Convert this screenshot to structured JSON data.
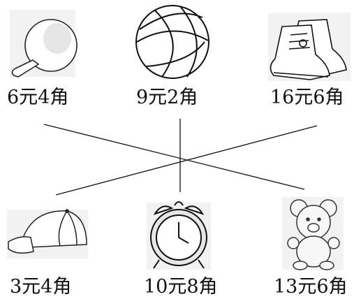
{
  "top_row": [
    {
      "name": "ping-pong paddle",
      "icon": "ping-pong-paddle-icon",
      "price": "6元4角"
    },
    {
      "name": "basketball",
      "icon": "basketball-icon",
      "price": "9元2角"
    },
    {
      "name": "sneakers",
      "icon": "sneakers-icon",
      "price": "16元6角"
    }
  ],
  "bottom_row": [
    {
      "name": "cap",
      "icon": "cap-icon",
      "price": "3元4角"
    },
    {
      "name": "alarm clock",
      "icon": "alarm-clock-icon",
      "price": "10元8角"
    },
    {
      "name": "teddy bear",
      "icon": "teddy-bear-icon",
      "price": "13元6角"
    }
  ],
  "connections": [
    {
      "from": "6元4角",
      "to": "13元6角"
    },
    {
      "from": "9元2角",
      "to": "10元8角"
    },
    {
      "from": "16元6角",
      "to": "3元4角"
    }
  ],
  "colors": {
    "line": "#111111",
    "background": "#ffffff",
    "object_fill": "#f2f2f2"
  }
}
